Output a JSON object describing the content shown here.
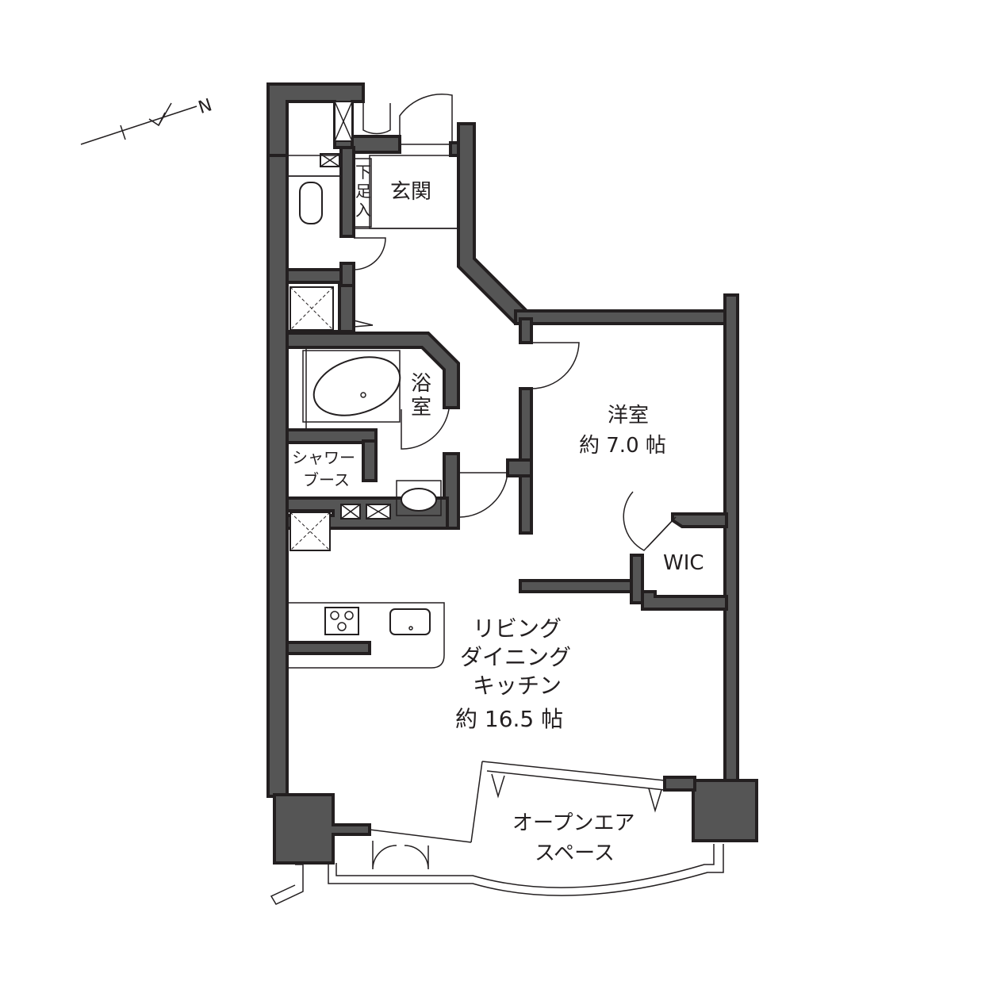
{
  "compass": {
    "label": "N"
  },
  "rooms": {
    "entrance": "玄関",
    "shoe_box": [
      "下",
      "足",
      "入"
    ],
    "bath": [
      "浴",
      "室"
    ],
    "shower": [
      "シャワー",
      "ブース"
    ],
    "western": {
      "name": "洋室",
      "size": "約 7.0 帖"
    },
    "wic": "WIC",
    "ldk": {
      "lines": [
        "リビング",
        "ダイニング",
        "キッチン"
      ],
      "size": "約 16.5 帖"
    },
    "open_air": [
      "オープンエア",
      "スペース"
    ]
  },
  "colors": {
    "wall_fill": "#555555",
    "line": "#231f20",
    "background": "#ffffff"
  }
}
